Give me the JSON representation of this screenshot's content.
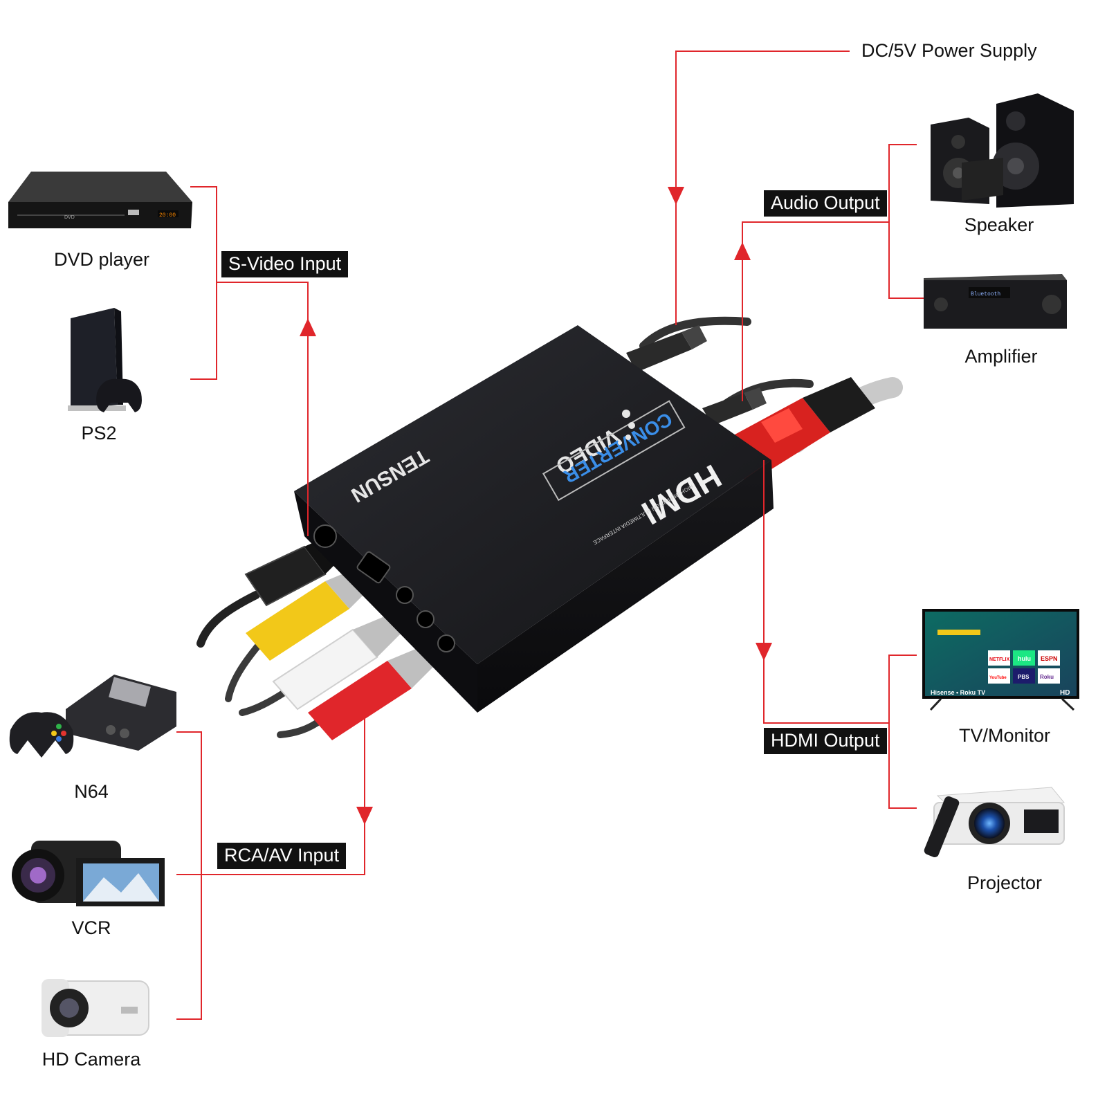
{
  "colors": {
    "connector": "#e0262b",
    "label_bg": "#111111",
    "device_body": "#1f1f22"
  },
  "power": {
    "label": "DC/5V Power Supply"
  },
  "ports": {
    "svideo_in": "S-Video Input",
    "rca_in": "RCA/AV Input",
    "audio_out": "Audio Output",
    "hdmi_out": "HDMI Output"
  },
  "converter": {
    "brand": "TENSUN",
    "name_line1": "VIDEO",
    "name_line2": "CONVERTER",
    "hdmi_logo": "HDMI",
    "hdmi_tagline": "HIGH-DEFINITION MULTIMEDIA INTERFACE"
  },
  "devices": {
    "dvd": {
      "label": "DVD player",
      "display": "20:00",
      "brand": "DVD"
    },
    "ps2": {
      "label": "PS2"
    },
    "n64": {
      "label": "N64"
    },
    "vcr": {
      "label": "VCR"
    },
    "hd_camera": {
      "label": "HD Camera"
    },
    "speaker": {
      "label": "Speaker"
    },
    "amplifier": {
      "label": "Amplifier",
      "display": "Bluetooth"
    },
    "tv": {
      "label": "TV/Monitor",
      "brand": "Hisense • Roku TV",
      "badge": "HD",
      "apps": [
        "NETFLIX",
        "hulu",
        "ESPN",
        "YouTube",
        "PBS",
        "Roku"
      ]
    },
    "projector": {
      "label": "Projector"
    }
  }
}
